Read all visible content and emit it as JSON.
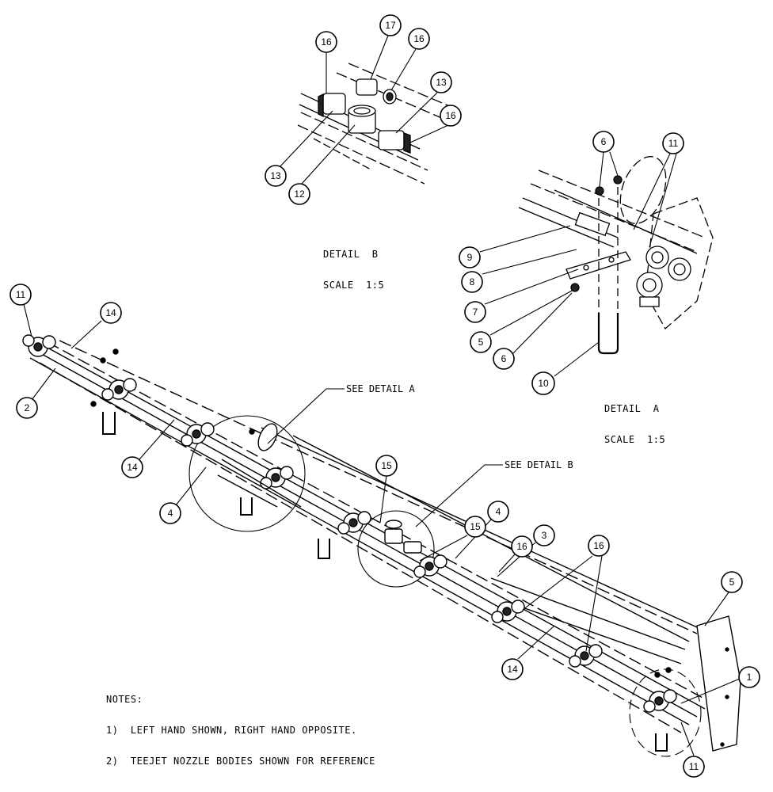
{
  "detail_b": {
    "title": "DETAIL  B",
    "scale": "SCALE  1:5"
  },
  "detail_a": {
    "title": "DETAIL  A",
    "scale": "SCALE  1:5"
  },
  "references": {
    "see_detail_a": "SEE DETAIL  A",
    "see_detail_b": "SEE DETAIL  B"
  },
  "notes": {
    "heading": "NOTES:",
    "items": [
      "1)  LEFT HAND SHOWN, RIGHT HAND OPPOSITE.",
      "2)  TEEJET NOZZLE BODIES SHOWN FOR REFERENCE"
    ]
  },
  "callouts": {
    "b_16a": "16",
    "b_17": "17",
    "b_16b": "16",
    "b_13a": "13",
    "b_16c": "16",
    "b_13b": "13",
    "b_12": "12",
    "a_6a": "6",
    "a_11": "11",
    "a_9": "9",
    "a_8": "8",
    "a_7": "7",
    "a_5": "5",
    "a_6b": "6",
    "a_10": "10",
    "m_11a": "11",
    "m_14a": "14",
    "m_2": "2",
    "m_14b": "14",
    "m_4a": "4",
    "m_15a": "15",
    "m_15b": "15",
    "m_4b": "4",
    "m_16a": "16",
    "m_3": "3",
    "m_16b": "16",
    "m_5": "5",
    "m_14c": "14",
    "m_1": "1",
    "m_11b": "11"
  }
}
